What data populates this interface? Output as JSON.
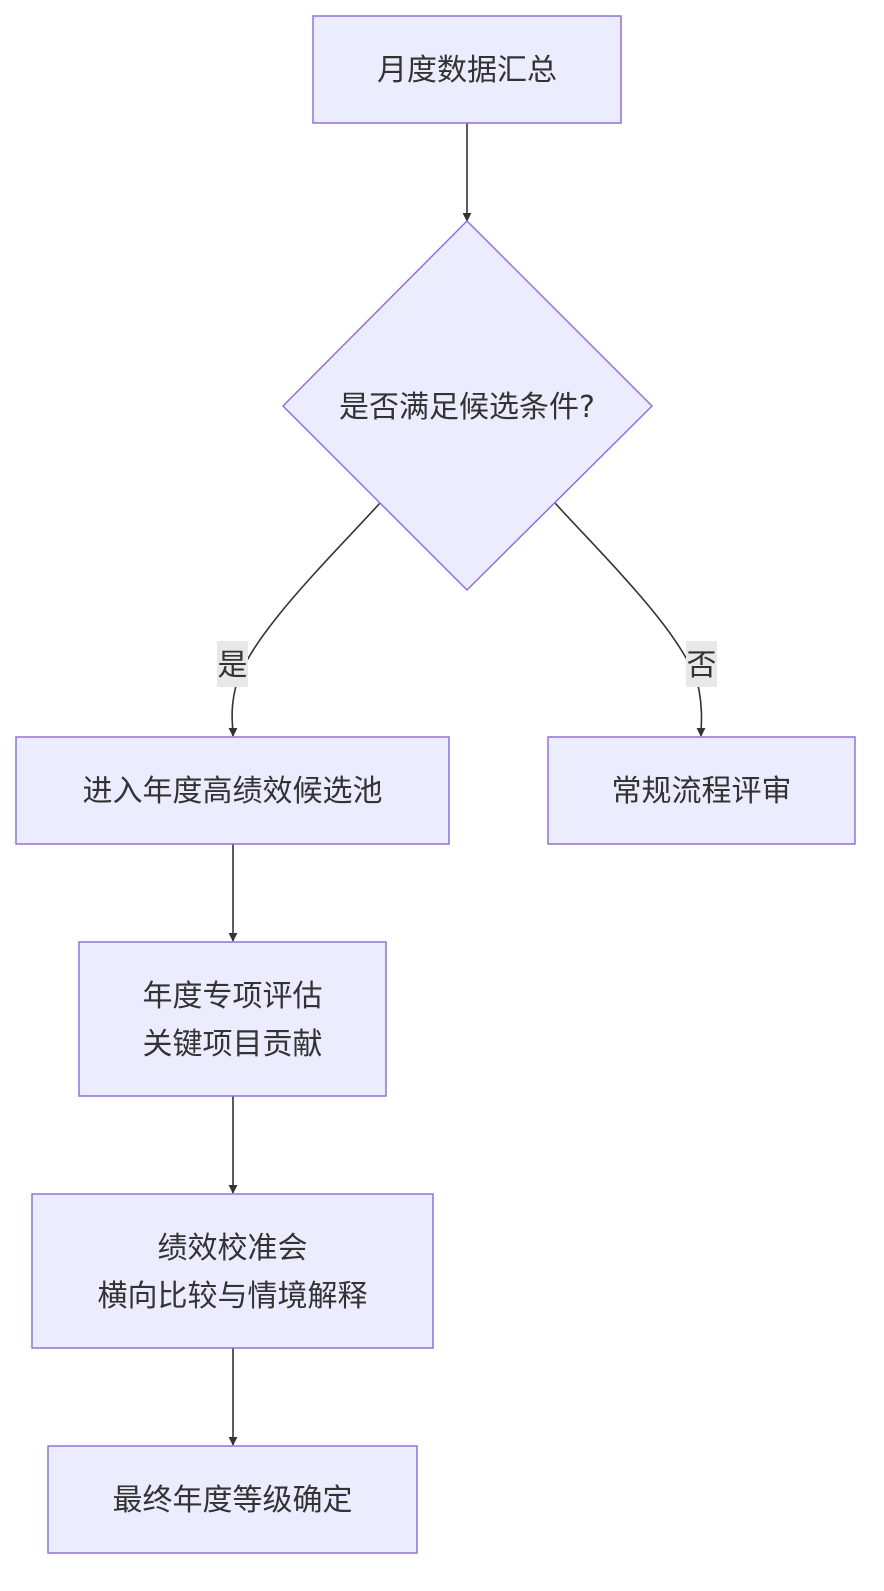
{
  "diagram": {
    "nodes": {
      "summary": {
        "lines": [
          "月度数据汇总"
        ]
      },
      "decision": {
        "lines": [
          "是否满足候选条件?"
        ]
      },
      "pool": {
        "lines": [
          "进入年度高绩效候选池"
        ]
      },
      "regular": {
        "lines": [
          "常规流程评审"
        ]
      },
      "evaluation": {
        "lines": [
          "年度专项评估",
          "关键项目贡献"
        ]
      },
      "calibration": {
        "lines": [
          "绩效校准会",
          "横向比较与情境解释"
        ]
      },
      "final": {
        "lines": [
          "最终年度等级确定"
        ]
      }
    },
    "edge_labels": {
      "yes": "是",
      "no": "否"
    },
    "colors": {
      "node_fill": "#ececff",
      "node_stroke": "#9370db",
      "edge": "#333333",
      "label_bg": "#e8e8e8"
    }
  }
}
